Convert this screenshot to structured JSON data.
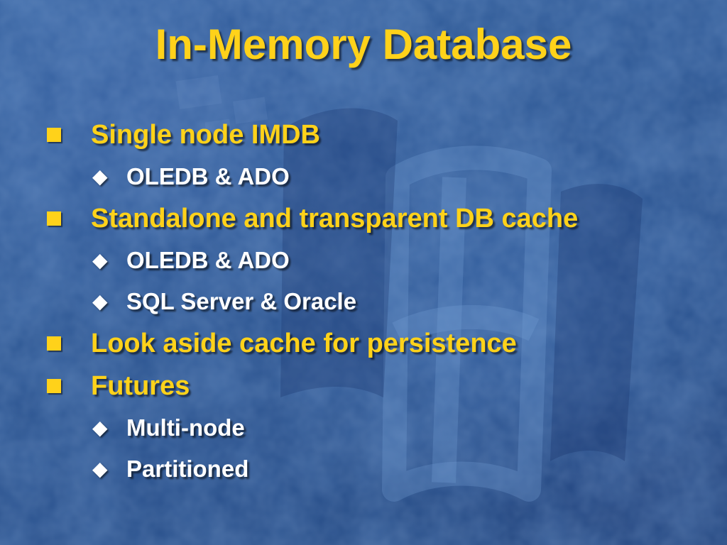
{
  "slide": {
    "title": "In-Memory Database",
    "colors": {
      "background": "#25508e",
      "title": "#ffd21a",
      "level1_text": "#ffd21a",
      "level2_text": "#ffffff"
    },
    "bullets": [
      {
        "text": "Single node IMDB",
        "bullet_icon": "square-bullet-icon",
        "children": [
          {
            "text": "OLEDB & ADO",
            "bullet_icon": "diamond-bullet-icon",
            "glyph": "◆"
          }
        ]
      },
      {
        "text": "Standalone and transparent DB cache",
        "bullet_icon": "square-bullet-icon",
        "children": [
          {
            "text": "OLEDB & ADO",
            "bullet_icon": "diamond-bullet-icon",
            "glyph": "◆"
          },
          {
            "text": "SQL Server & Oracle",
            "bullet_icon": "diamond-bullet-icon",
            "glyph": "◆"
          }
        ]
      },
      {
        "text": "Look aside cache for persistence",
        "bullet_icon": "square-bullet-icon",
        "children": []
      },
      {
        "text": "Futures",
        "bullet_icon": "square-bullet-icon",
        "children": [
          {
            "text": "Multi-node",
            "bullet_icon": "diamond-bullet-icon",
            "glyph": "◆"
          },
          {
            "text": "Partitioned",
            "bullet_icon": "diamond-bullet-icon",
            "glyph": "◆"
          }
        ]
      }
    ]
  }
}
